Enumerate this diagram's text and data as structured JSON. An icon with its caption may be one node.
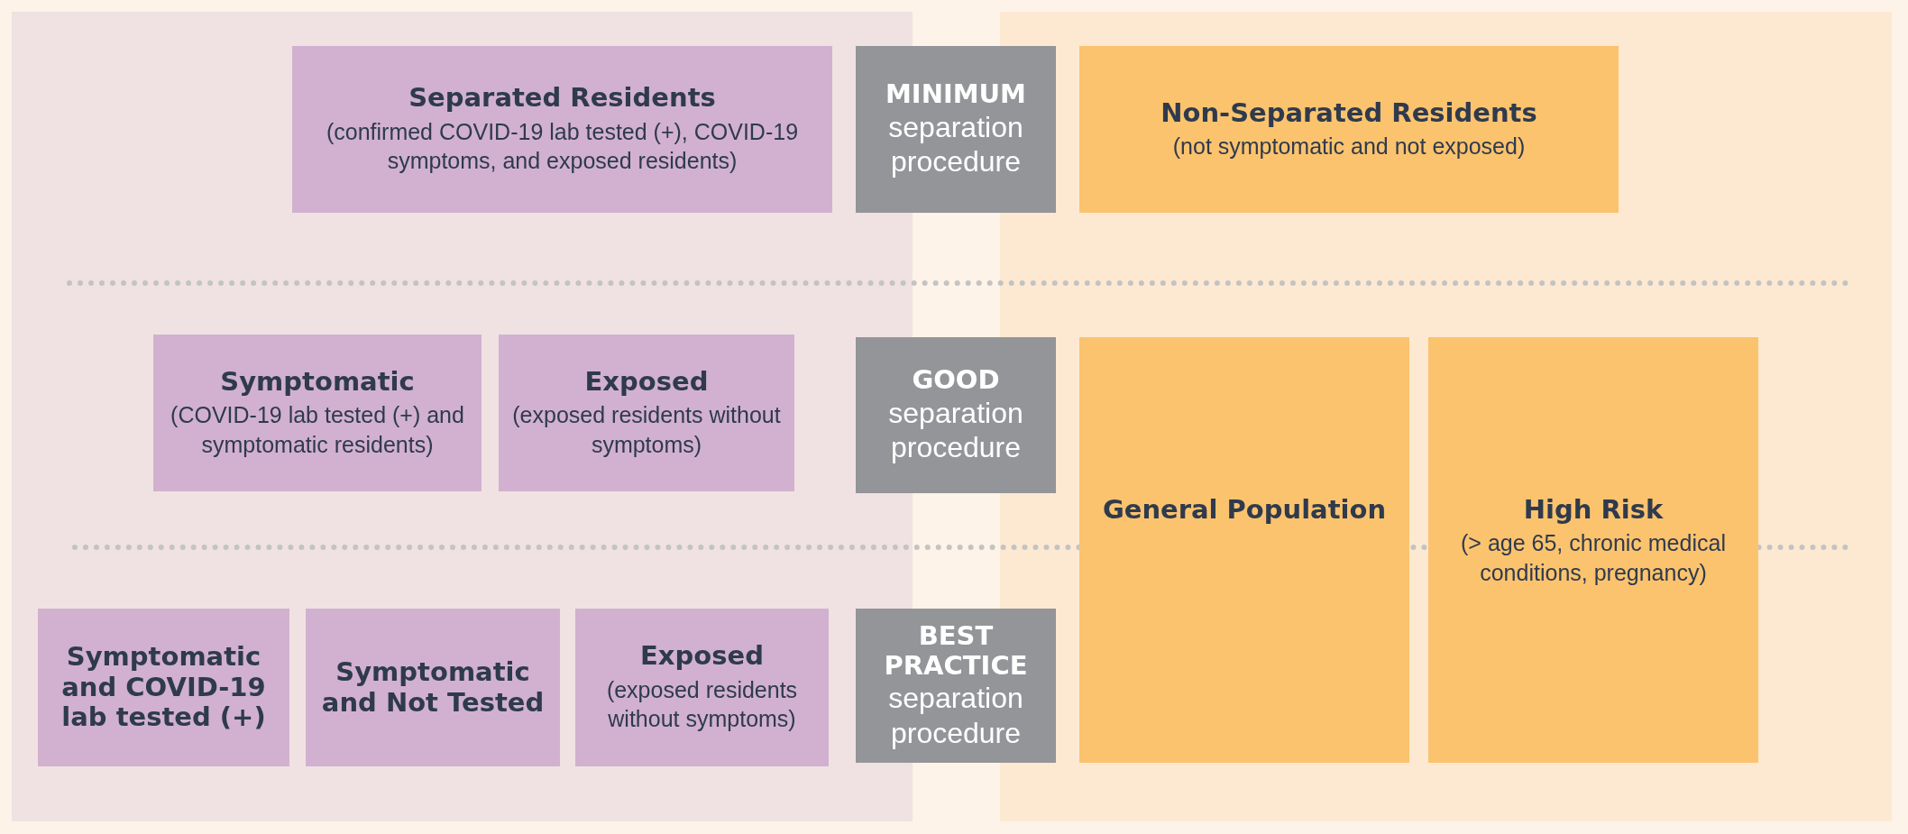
{
  "diagram": {
    "nodes": [
      {
        "text": [
          "Separated Residents",
          "(confirmed COVID-19 lab tested (+), COVID-19 symptoms, and exposed residents)"
        ]
      },
      {
        "text": [
          "MINIMUM",
          "separation procedure"
        ]
      },
      {
        "text": [
          "Non-Separated Residents",
          "(not symptomatic and not exposed)"
        ]
      },
      {
        "text": [
          "Symptomatic",
          "(COVID-19 lab tested (+) and symptomatic residents)"
        ]
      },
      {
        "text": [
          "Exposed",
          "(exposed residents without symptoms)"
        ]
      },
      {
        "text": [
          "GOOD",
          "separation procedure"
        ]
      },
      {
        "text": [
          "General Population"
        ]
      },
      {
        "text": [
          "High Risk",
          "(> age 65, chronic medical conditions, pregnancy)"
        ]
      },
      {
        "text": [
          "Symptomatic and COVID-19 lab tested (+)"
        ]
      },
      {
        "text": [
          "Symptomatic and Not Tested"
        ]
      },
      {
        "text": [
          "Exposed",
          "(exposed residents without symptoms)"
        ]
      },
      {
        "text": [
          "BEST PRACTICE",
          "separation procedure"
        ]
      }
    ]
  }
}
